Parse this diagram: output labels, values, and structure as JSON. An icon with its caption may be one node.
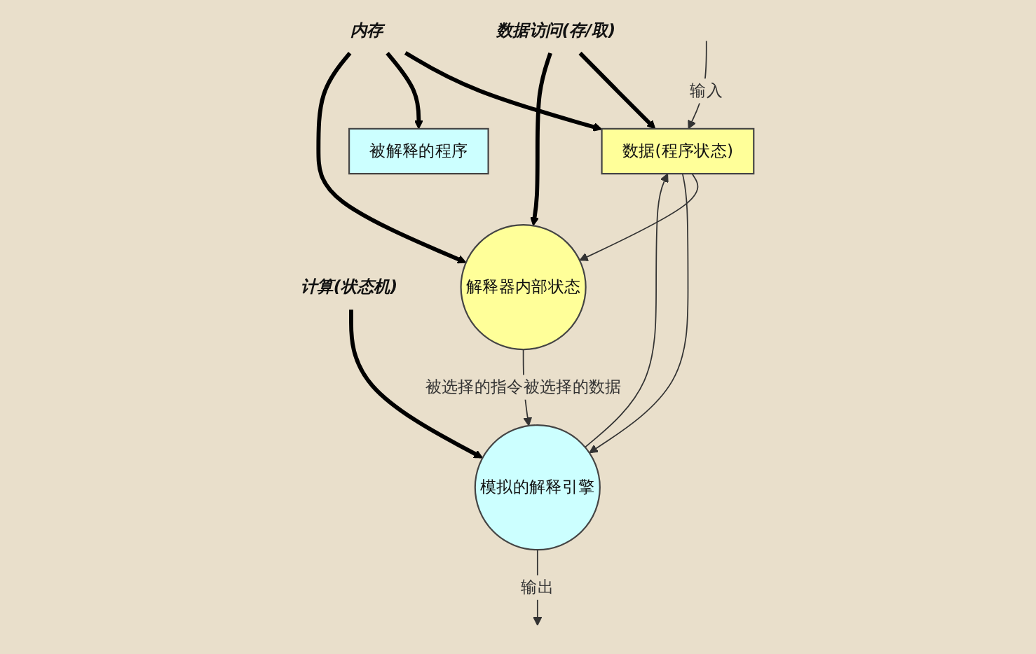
{
  "diagram": {
    "nodes": [
      {
        "text": [
          "内存"
        ]
      },
      {
        "text": [
          "被解释的程序"
        ]
      },
      {
        "text": [
          "数据(程序状态)"
        ]
      },
      {
        "text": [
          "计算(状态机)"
        ]
      },
      {
        "text": [
          "模拟的解释引擎"
        ]
      },
      {
        "text": [
          "解释器内部状态"
        ]
      },
      {
        "text": [
          "数据访问(存/取)"
        ]
      }
    ],
    "edges": [
      {
        "from": null,
        "to": 2,
        "arrow": "to",
        "label": "输入"
      },
      {
        "from": 0,
        "to": 2,
        "arrow": "to",
        "style": "thick"
      },
      {
        "from": 0,
        "to": 1,
        "arrow": "to",
        "style": "thick"
      },
      {
        "from": 0,
        "to": 5,
        "arrow": "to",
        "style": "thick"
      },
      {
        "from": 2,
        "to": 5,
        "arrow": "to"
      },
      {
        "from": 5,
        "to": 4,
        "arrow": "to",
        "label": "被选择的指令被选择的数据"
      },
      {
        "from": 4,
        "to": 2,
        "arrow": "to"
      },
      {
        "from": 2,
        "to": 4,
        "arrow": "to"
      },
      {
        "from": 3,
        "to": 4,
        "arrow": "to",
        "style": "thick"
      },
      {
        "from": 6,
        "to": 2,
        "arrow": "to",
        "style": "thick"
      },
      {
        "from": 6,
        "to": 5,
        "arrow": "to",
        "style": "thick"
      },
      {
        "from": 4,
        "to": null,
        "arrow": "to",
        "label": "输出"
      }
    ]
  }
}
